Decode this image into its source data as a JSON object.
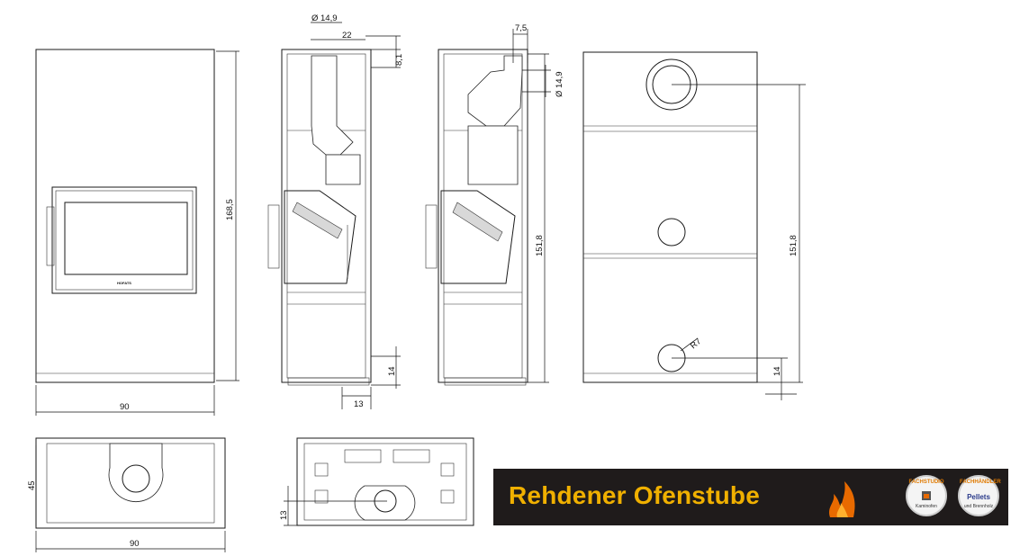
{
  "dimensions": {
    "front_height": "168,5",
    "front_width": "90",
    "side_pipe_dia": "Ø 14,9",
    "side_pipe_offset": "22",
    "side_top_height": "8,1",
    "side_bottom_height": "14",
    "side_bottom_offset": "13",
    "side2_pipe_offset": "7,5",
    "side2_pipe_dia": "Ø 14,9",
    "side2_height": "151,8",
    "back_height": "151,8",
    "back_radius": "R7",
    "back_bottom_height": "14",
    "top_depth": "45",
    "top_width": "90",
    "bottom_offset": "13"
  },
  "stove_brand_label": "HOFATS",
  "banner": {
    "title": "Rehdener Ofenstube",
    "badge1_top": "FACHSTUDIO",
    "badge1_bottom": "Kaminofen",
    "badge2_top": "FACHHÄNDLER",
    "badge2_mid": "Pellets",
    "badge2_bottom": "und Brennholz"
  },
  "colors": {
    "banner_bg": "#1f1b1b",
    "banner_text": "#f0b000",
    "flame": "#e86a00"
  }
}
